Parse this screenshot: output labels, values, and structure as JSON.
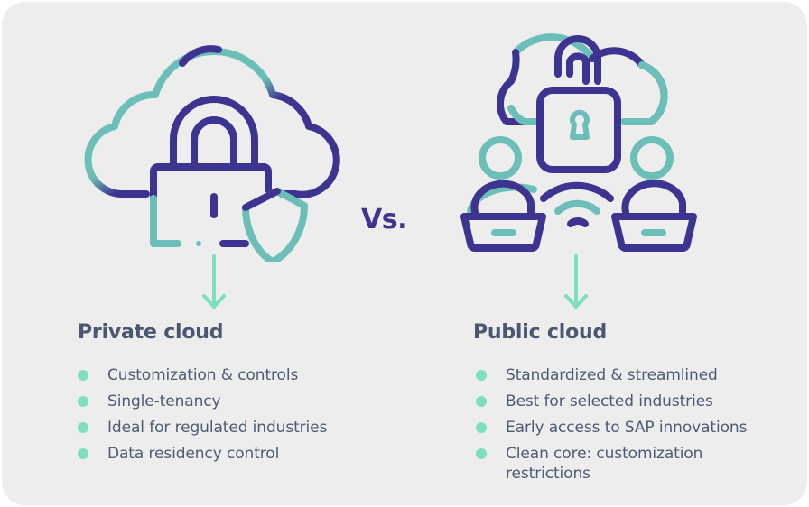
{
  "colors": {
    "background": "#ededed",
    "primary_purple": "#3d3391",
    "teal": "#6cbfb8",
    "mint_accent": "#7ddfbf",
    "text": "#4e5a74",
    "title_text": "#4a5672"
  },
  "divider": {
    "label": "Vs."
  },
  "private": {
    "icon": "cloud-padlock-shield-icon",
    "arrow": "arrow-down-icon",
    "title": "Private cloud",
    "items": [
      "Customization & controls",
      "Single-tenancy",
      "Ideal for regulated industries",
      "Data residency control"
    ]
  },
  "public": {
    "icon": "cloud-unlocked-padlock-users-icon",
    "arrow": "arrow-down-icon",
    "title": "Public cloud",
    "items": [
      "Standardized & streamlined",
      "Best for selected industries",
      "Early access to SAP innovations",
      "Clean core: customization restrictions"
    ]
  }
}
